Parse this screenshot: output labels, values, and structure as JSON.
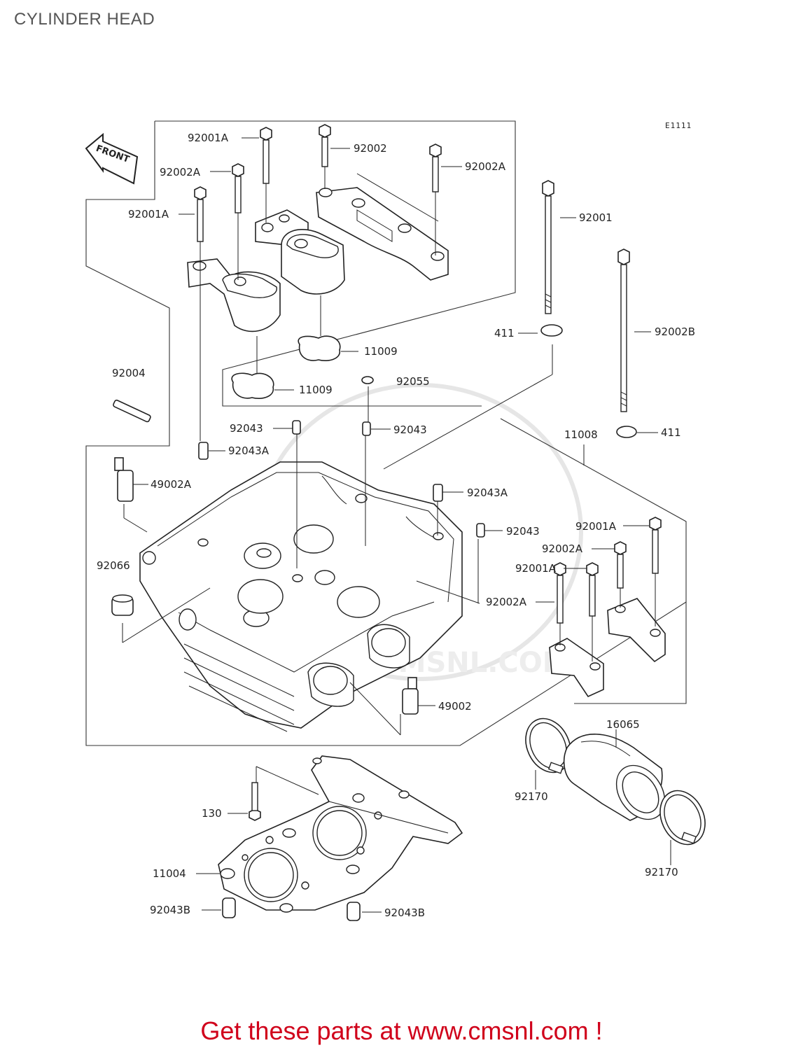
{
  "title": "CYLINDER HEAD",
  "diagram_code": "E1111",
  "front_label": "FRONT",
  "watermark": "WWW.CMSNL.COM",
  "footer": "Get these parts at www.cmsnl.com !",
  "labels": {
    "l_92001A_a": "92001A",
    "l_92002_top": "92002",
    "l_92002A_a": "92002A",
    "l_92002A_b": "92002A",
    "l_92001A_b": "92001A",
    "l_92001": "92001",
    "l_92002B": "92002B",
    "l_411_a": "411",
    "l_411_b": "411",
    "l_11009_a": "11009",
    "l_11009_b": "11009",
    "l_92055": "92055",
    "l_92004": "92004",
    "l_92043_a": "92043",
    "l_92043_b": "92043",
    "l_92043A_a": "92043A",
    "l_11008": "11008",
    "l_49002A": "49002A",
    "l_92043A_b": "92043A",
    "l_92043_c": "92043",
    "l_92001A_c": "92001A",
    "l_92002A_c": "92002A",
    "l_92001A_d": "92001A",
    "l_92066": "92066",
    "l_92002A_d": "92002A",
    "l_49002": "49002",
    "l_16065": "16065",
    "l_92170_a": "92170",
    "l_130": "130",
    "l_11004": "11004",
    "l_92170_b": "92170",
    "l_92043B_a": "92043B",
    "l_92043B_b": "92043B"
  }
}
